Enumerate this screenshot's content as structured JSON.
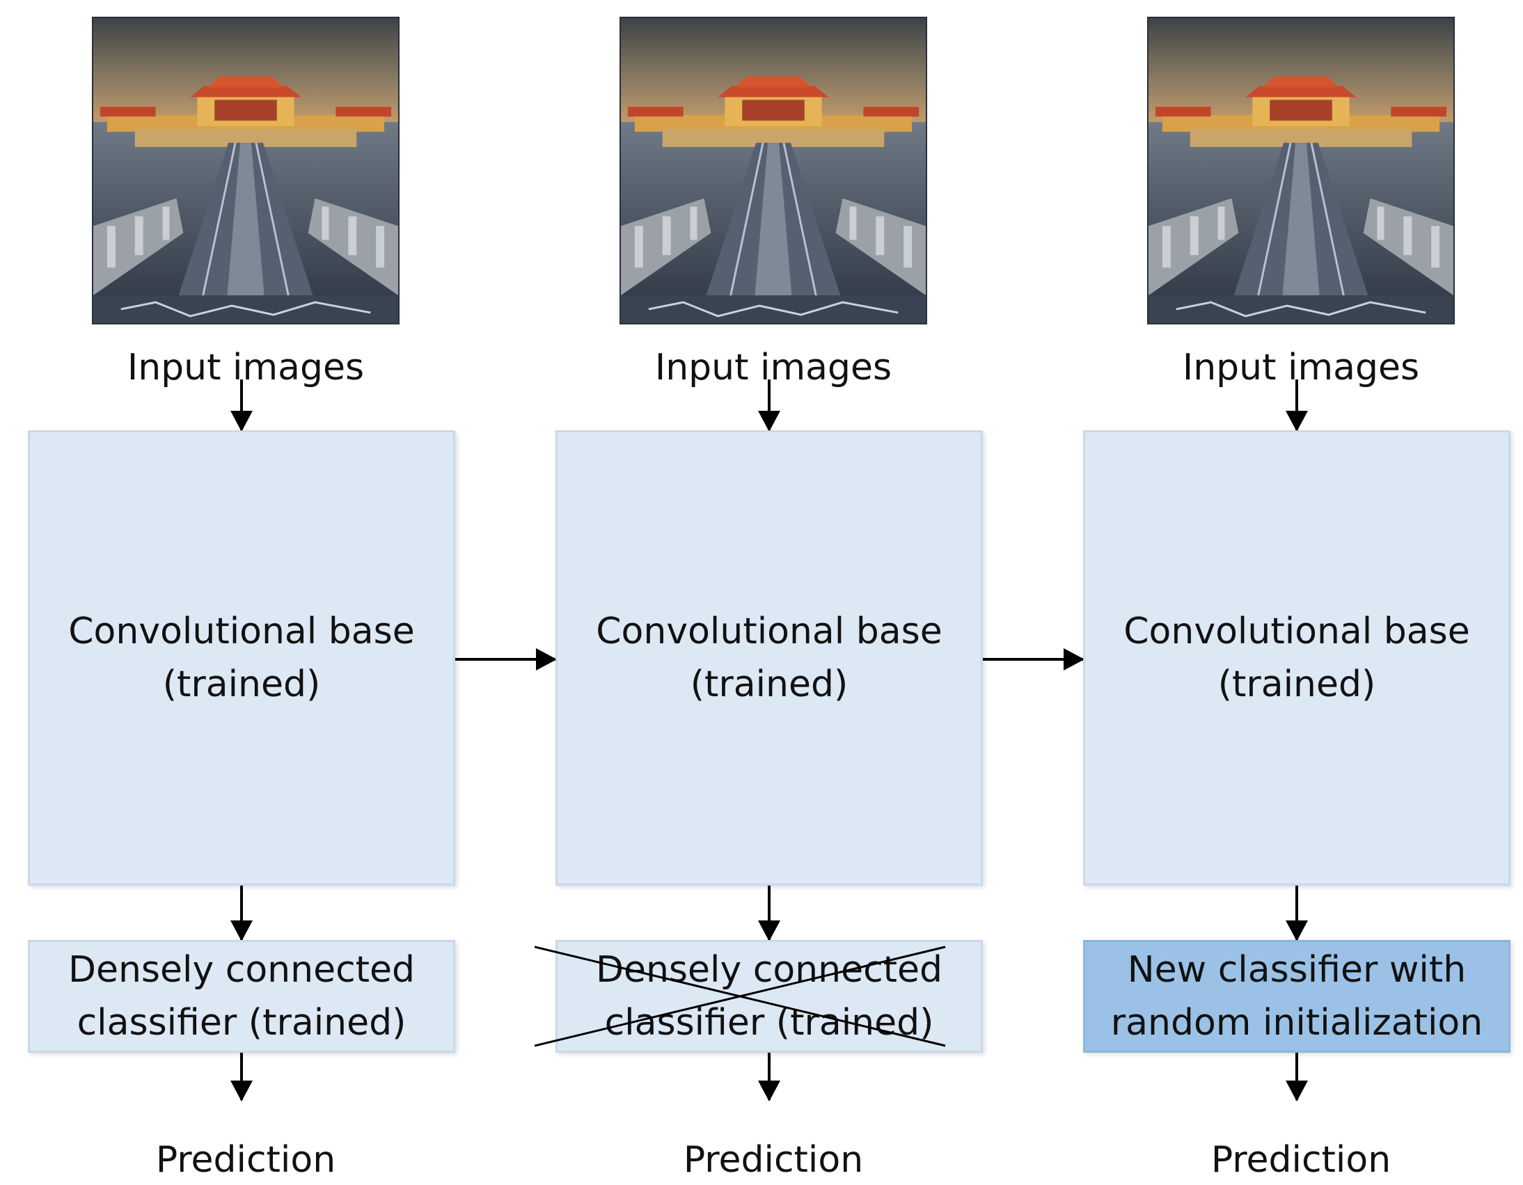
{
  "columns": [
    {
      "input_label": "Input images",
      "conv_line1": "Convolutional base",
      "conv_line2": "(trained)",
      "classifier_line1": "Densely connected",
      "classifier_line2": "classifier (trained)",
      "prediction": "Prediction"
    },
    {
      "input_label": "Input images",
      "conv_line1": "Convolutional base",
      "conv_line2": "(trained)",
      "classifier_line1": "Densely connected",
      "classifier_line2": "classifier (trained)",
      "prediction": "Prediction"
    },
    {
      "input_label": "Input images",
      "conv_line1": "Convolutional base",
      "conv_line2": "(trained)",
      "classifier_line1": "New classifier with",
      "classifier_line2": "random initialization",
      "prediction": "Prediction"
    }
  ],
  "colors": {
    "box_fill": "#dde8f5",
    "new_classifier_fill": "#9bc2e6",
    "arrow": "#000000"
  },
  "icons": {
    "photo": "palace-photo",
    "crossed_out": "cross-out-mark"
  }
}
